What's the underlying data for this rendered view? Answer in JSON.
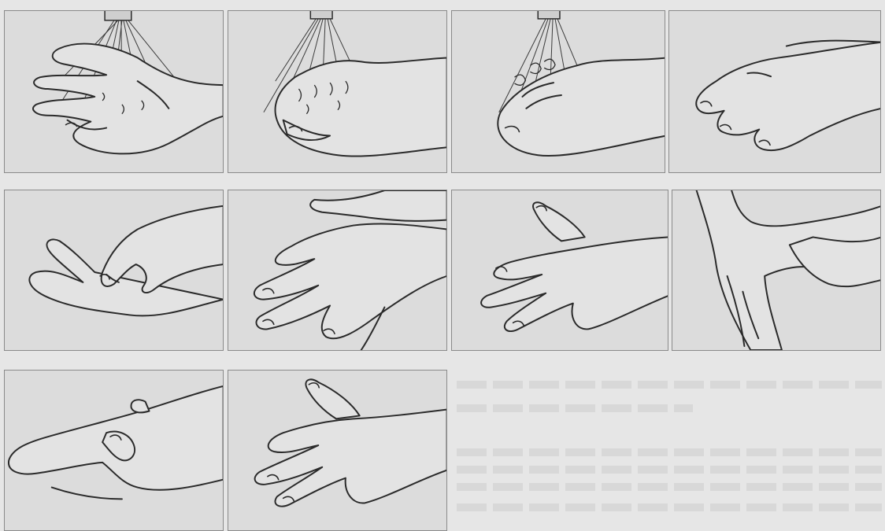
{
  "steps": [
    {
      "id": 1,
      "icon": "hands-under-water-icon"
    },
    {
      "id": 2,
      "icon": "cupped-hands-water-icon"
    },
    {
      "id": 3,
      "icon": "rinse-fingers-icon"
    },
    {
      "id": 4,
      "icon": "palm-to-palm-icon"
    },
    {
      "id": 5,
      "icon": "fingertips-in-palm-icon"
    },
    {
      "id": 6,
      "icon": "back-of-hand-interlaced-icon"
    },
    {
      "id": 7,
      "icon": "fingers-interlaced-icon"
    },
    {
      "id": 8,
      "icon": "wrist-rub-icon"
    },
    {
      "id": 9,
      "icon": "thumb-rotation-icon"
    },
    {
      "id": 10,
      "icon": "palm-over-back-icon"
    }
  ],
  "colors": {
    "background": "#e6e6e6",
    "panel": "#dcdcdc",
    "outline": "#2a2a2a"
  }
}
